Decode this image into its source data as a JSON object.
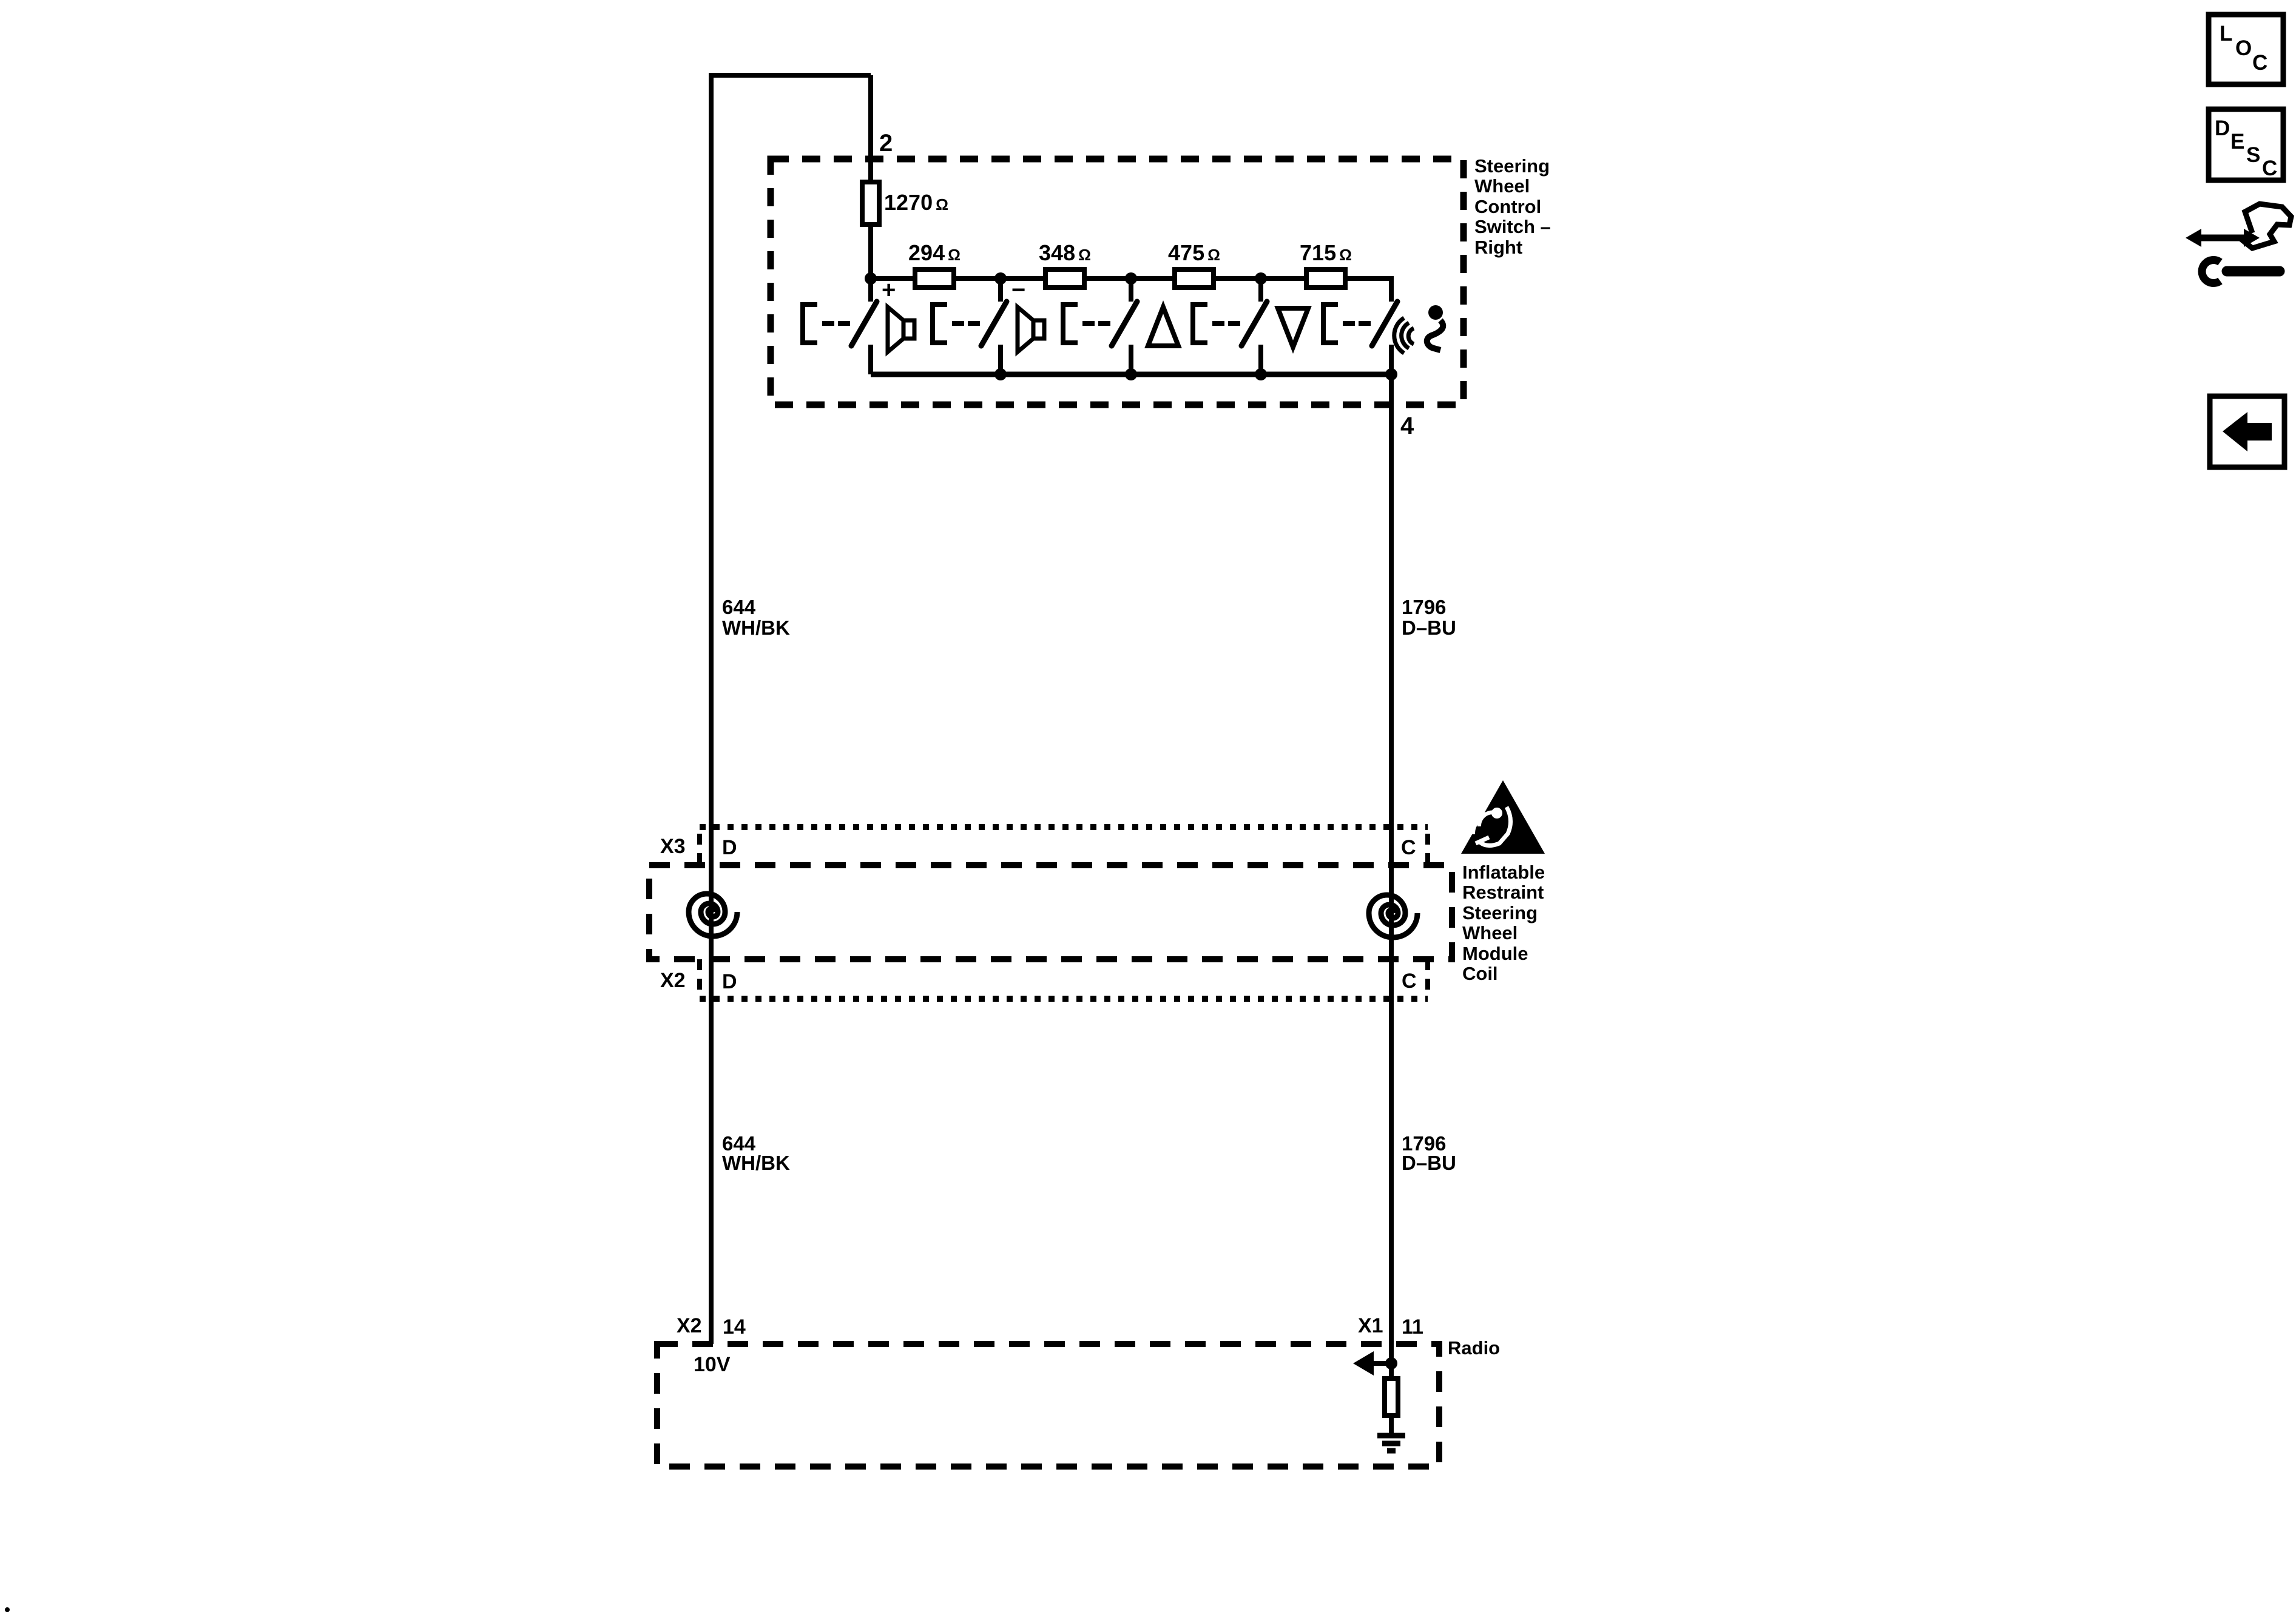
{
  "toolbar": {
    "loc": [
      "L",
      "O",
      "C"
    ],
    "desc": [
      "D",
      "E",
      "S",
      "C"
    ],
    "icons": {
      "connector_view": "car-connector-wrench-icon",
      "back": "back-arrow-icon"
    }
  },
  "switch_box": {
    "label_lines": [
      "Steering",
      "Wheel",
      "Control",
      "Switch –",
      "Right"
    ],
    "pin_top": "2",
    "pin_bottom": "4",
    "series_resistor": {
      "value": "1270",
      "unit": "Ω"
    },
    "resistors": [
      {
        "value": "294",
        "unit": "Ω"
      },
      {
        "value": "348",
        "unit": "Ω"
      },
      {
        "value": "475",
        "unit": "Ω"
      },
      {
        "value": "715",
        "unit": "Ω"
      }
    ],
    "switches": [
      {
        "icon": "volume-up-speaker",
        "sign": "+"
      },
      {
        "icon": "volume-down-speaker",
        "sign": "−"
      },
      {
        "icon": "seek-up-triangle",
        "sign": ""
      },
      {
        "icon": "seek-down-triangle",
        "sign": ""
      },
      {
        "icon": "voice-recognition",
        "sign": ""
      }
    ]
  },
  "wires": {
    "left_upper": [
      "644",
      "WH/BK"
    ],
    "right_upper": [
      "1796",
      "D–BU"
    ],
    "left_lower": [
      "644",
      "WH/BK"
    ],
    "right_lower": [
      "1796",
      "D–BU"
    ]
  },
  "coil_module": {
    "label_lines": [
      "Inflatable",
      "Restraint",
      "Steering",
      "Wheel",
      "Module",
      "Coil"
    ],
    "top_connector": {
      "left_name": "X3",
      "left_pin": "D",
      "right_pin": "C"
    },
    "bottom_connector": {
      "left_name": "X2",
      "left_pin": "D",
      "right_pin": "C"
    },
    "warning_icon": "airbag-warning-triangle"
  },
  "radio": {
    "name": "Radio",
    "left_connector": {
      "name": "X2",
      "pin": "14"
    },
    "right_connector": {
      "name": "X1",
      "pin": "11"
    },
    "voltage": "10V"
  },
  "colors": {
    "line": "#000000",
    "background": "#ffffff"
  }
}
